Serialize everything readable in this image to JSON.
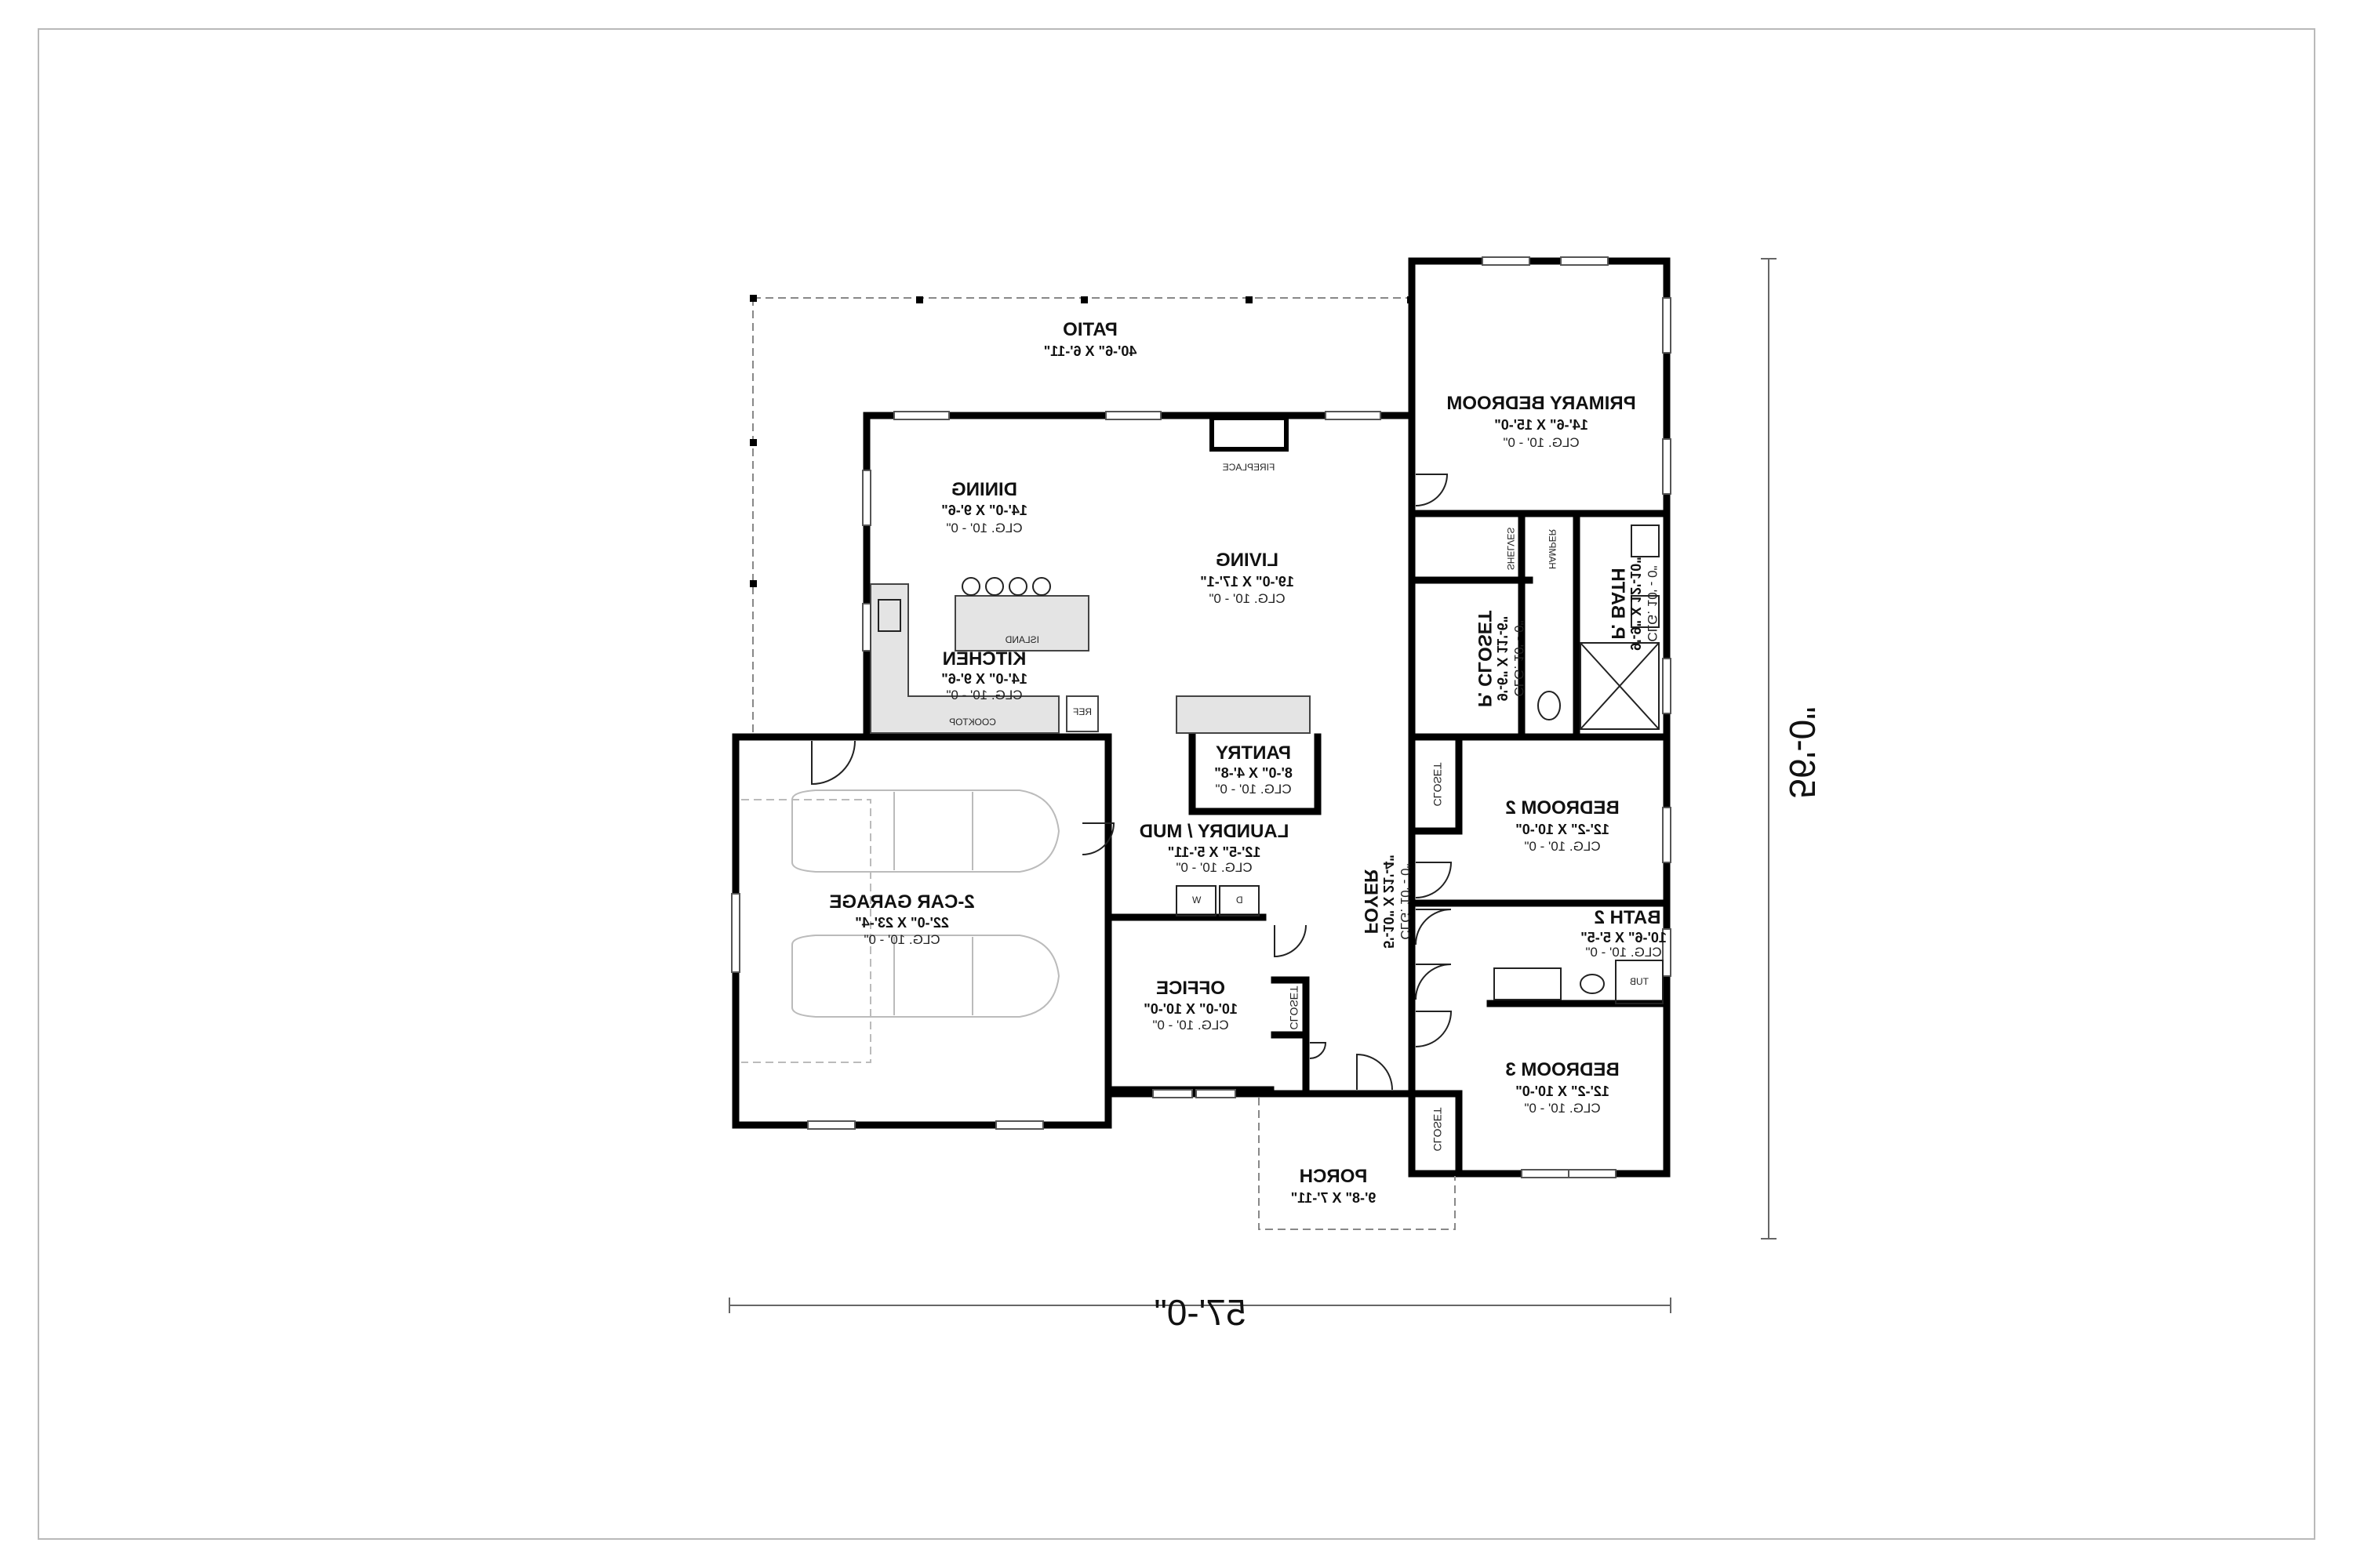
{
  "rooms": {
    "patio": {
      "name": "PATIO",
      "dim": "40'-6\" X 6'-11\""
    },
    "primary": {
      "name": "PRIMARY BEDROOM",
      "dim": "14'-6\" X 15'-0\"",
      "clg": "CLG. 10' - 0\""
    },
    "dining": {
      "name": "DINING",
      "dim": "14'-0\" X 9'-6\"",
      "clg": "CLG. 10' - 0\""
    },
    "living": {
      "name": "LIVING",
      "dim": "19'-0\" X 17'-1\"",
      "clg": "CLG. 10' - 0\""
    },
    "kitchen": {
      "name": "KITCHEN",
      "dim": "14'-0\" X 9'-6\"",
      "clg": "CLG. 10' - 0\""
    },
    "bath": {
      "name": "BATH",
      "dim": "9'-9\" X 12'-10\"",
      "clg": "CLG. 10' - 0\"",
      "label": "P."
    },
    "closet": {
      "name": "CLOSET",
      "dim": "9'-6\" X 11'-6\"",
      "clg": "CLG. 10' - 0\"",
      "label": "P."
    },
    "pantry": {
      "name": "PANTRY",
      "dim": "8'-0\" X 4'-8\"",
      "clg": "CLG. 10' - 0\""
    },
    "laundry": {
      "name": "LAUNDRY / MUD",
      "dim": "12'-5\" X 5'-11\"",
      "clg": "CLG. 10' - 0\""
    },
    "garage": {
      "name": "2-CAR GARAGE",
      "dim": "22'-0\" X 23'-4\"",
      "clg": "CLG. 10' - 0\""
    },
    "foyer": {
      "name": "FOYER",
      "dim": "5'-10\" X 21'-4\"",
      "clg": "CLG. 10' - 0\""
    },
    "bedroom2": {
      "name": "BEDROOM 2",
      "dim": "12'-2\" X 10'-0\"",
      "clg": "CLG. 10' - 0\""
    },
    "bath2": {
      "name": "BATH 2",
      "dim": "10'-6\" X 5'-5\"",
      "clg": "CLG. 10' - 0\""
    },
    "office": {
      "name": "OFFICE",
      "dim": "10'-0\" X 10'-0\"",
      "clg": "CLG. 10' - 0\""
    },
    "bedroom3": {
      "name": "BEDROOM 3",
      "dim": "12'-2\" X 10'-0\"",
      "clg": "CLG. 10' - 0\""
    },
    "porch": {
      "name": "PORCH",
      "dim": "9'-8\" X 7'-11\""
    }
  },
  "fixtures": {
    "fireplace": "FIREPLACE",
    "island": "ISLAND",
    "cooktop": "COOKTOP",
    "ref": "REF",
    "tub": "TUB",
    "closet": "CLOSET",
    "washer": "W",
    "dryer": "D",
    "shelves": "SHELVES",
    "hamper": "HAMPER"
  },
  "dimensions": {
    "width": "57'-0\"",
    "depth": "56'-0\""
  }
}
